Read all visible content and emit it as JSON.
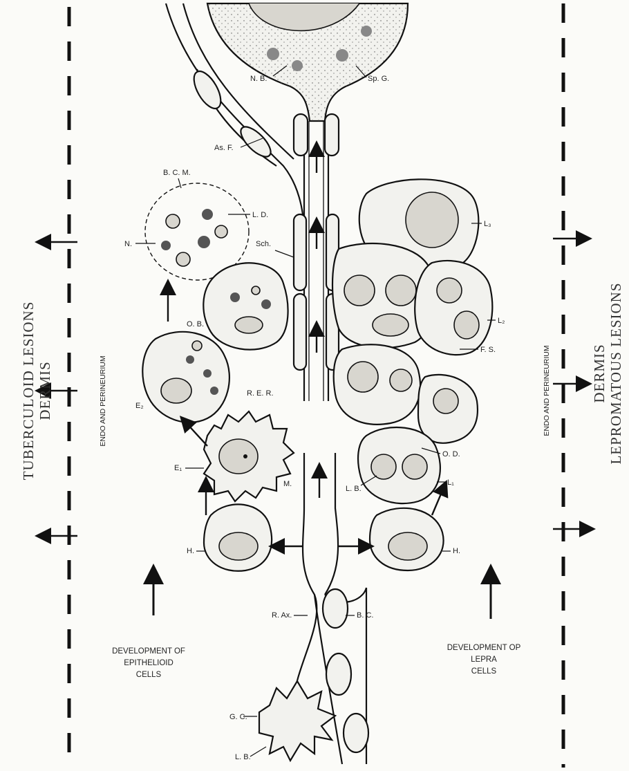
{
  "side_labels": {
    "left_line1": "TUBERCULOID LESIONS",
    "left_line2": "DERMIS",
    "right_line1": "DERMIS",
    "right_line2": "LEPROMATOUS LESIONS"
  },
  "vertical_labels": {
    "left": "ENDO AND PERINEURIUM",
    "right": "ENDO AND PERINEURIUM"
  },
  "captions": {
    "left": [
      "DEVELOPMENT OF",
      "EPITHELIOID",
      "CELLS"
    ],
    "right": [
      "DEVELOPMENT OP",
      "LEPRA",
      "CELLS"
    ]
  },
  "labels": {
    "nb": "N. B.",
    "spg": "Sp. G.",
    "asf": "As. F.",
    "bcm": "B. C. M.",
    "ld": "L. D.",
    "n": "N.",
    "sch": "Sch.",
    "ob": "O. B.",
    "e2": "E₂",
    "rer": "R. E. R.",
    "e1": "E₁",
    "m": "M.",
    "h_left": "H.",
    "h_right": "H.",
    "l3": "L₃",
    "l2": "L₂",
    "fs": "F. S.",
    "od": "O. D.",
    "lb_mid": "L. B.",
    "l1": "L₁",
    "rax": "R. Ax.",
    "bc": "B. C.",
    "gc": "G. C.",
    "lb_bottom": "L. B."
  }
}
